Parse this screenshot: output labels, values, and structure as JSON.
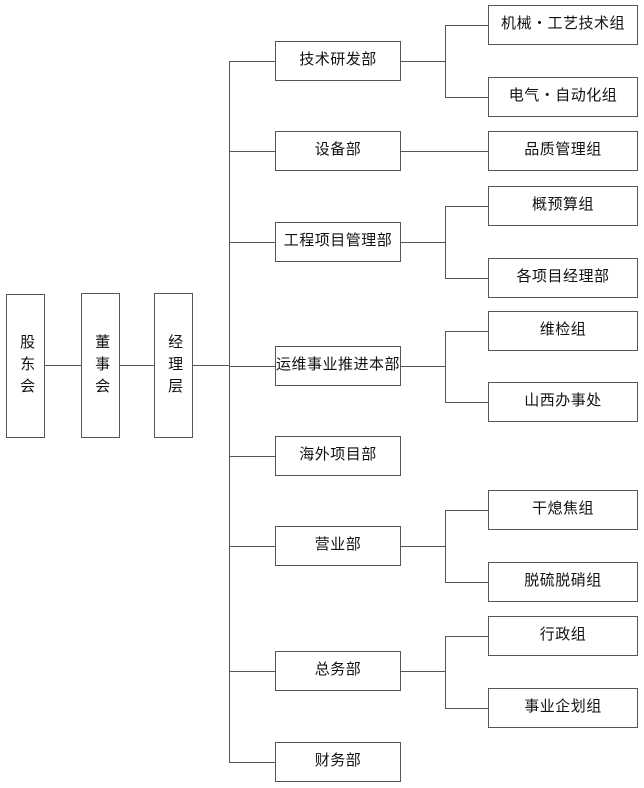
{
  "diagram": {
    "title": "Organizational Structure Chart",
    "type": "org-chart",
    "line_color": "#555555",
    "box_fill": "#ffffff",
    "text_color": "#111111"
  },
  "governance": [
    {
      "id": "shareholders",
      "label": "股东会",
      "orientation": "vertical"
    },
    {
      "id": "board",
      "label": "董事会",
      "orientation": "vertical"
    },
    {
      "id": "management",
      "label": "经理层",
      "orientation": "vertical"
    }
  ],
  "departments": [
    {
      "id": "dept-rd",
      "label": "技术研发部"
    },
    {
      "id": "dept-equipment",
      "label": "设备部"
    },
    {
      "id": "dept-project-mgmt",
      "label": "工程项目管理部"
    },
    {
      "id": "dept-om",
      "label": "运维事业推进本部"
    },
    {
      "id": "dept-overseas",
      "label": "海外项目部"
    },
    {
      "id": "dept-sales",
      "label": "营业部"
    },
    {
      "id": "dept-general",
      "label": "总务部"
    },
    {
      "id": "dept-finance",
      "label": "财务部"
    }
  ],
  "groups": [
    {
      "id": "grp-mech",
      "label": "机械・工艺技术组",
      "parent": "dept-rd"
    },
    {
      "id": "grp-elec",
      "label": "电气・自动化组",
      "parent": "dept-rd"
    },
    {
      "id": "grp-quality",
      "label": "品质管理组",
      "parent": "dept-equipment"
    },
    {
      "id": "grp-budget",
      "label": "概预算组",
      "parent": "dept-project-mgmt"
    },
    {
      "id": "grp-pm-depts",
      "label": "各项目经理部",
      "parent": "dept-project-mgmt"
    },
    {
      "id": "grp-maint",
      "label": "维检组",
      "parent": "dept-om"
    },
    {
      "id": "grp-shanxi",
      "label": "山西办事处",
      "parent": "dept-om"
    },
    {
      "id": "grp-cdq",
      "label": "干熄焦组",
      "parent": "dept-sales"
    },
    {
      "id": "grp-desulf",
      "label": "脱硫脱硝组",
      "parent": "dept-sales"
    },
    {
      "id": "grp-admin",
      "label": "行政组",
      "parent": "dept-general"
    },
    {
      "id": "grp-planning",
      "label": "事业企划组",
      "parent": "dept-general"
    }
  ]
}
